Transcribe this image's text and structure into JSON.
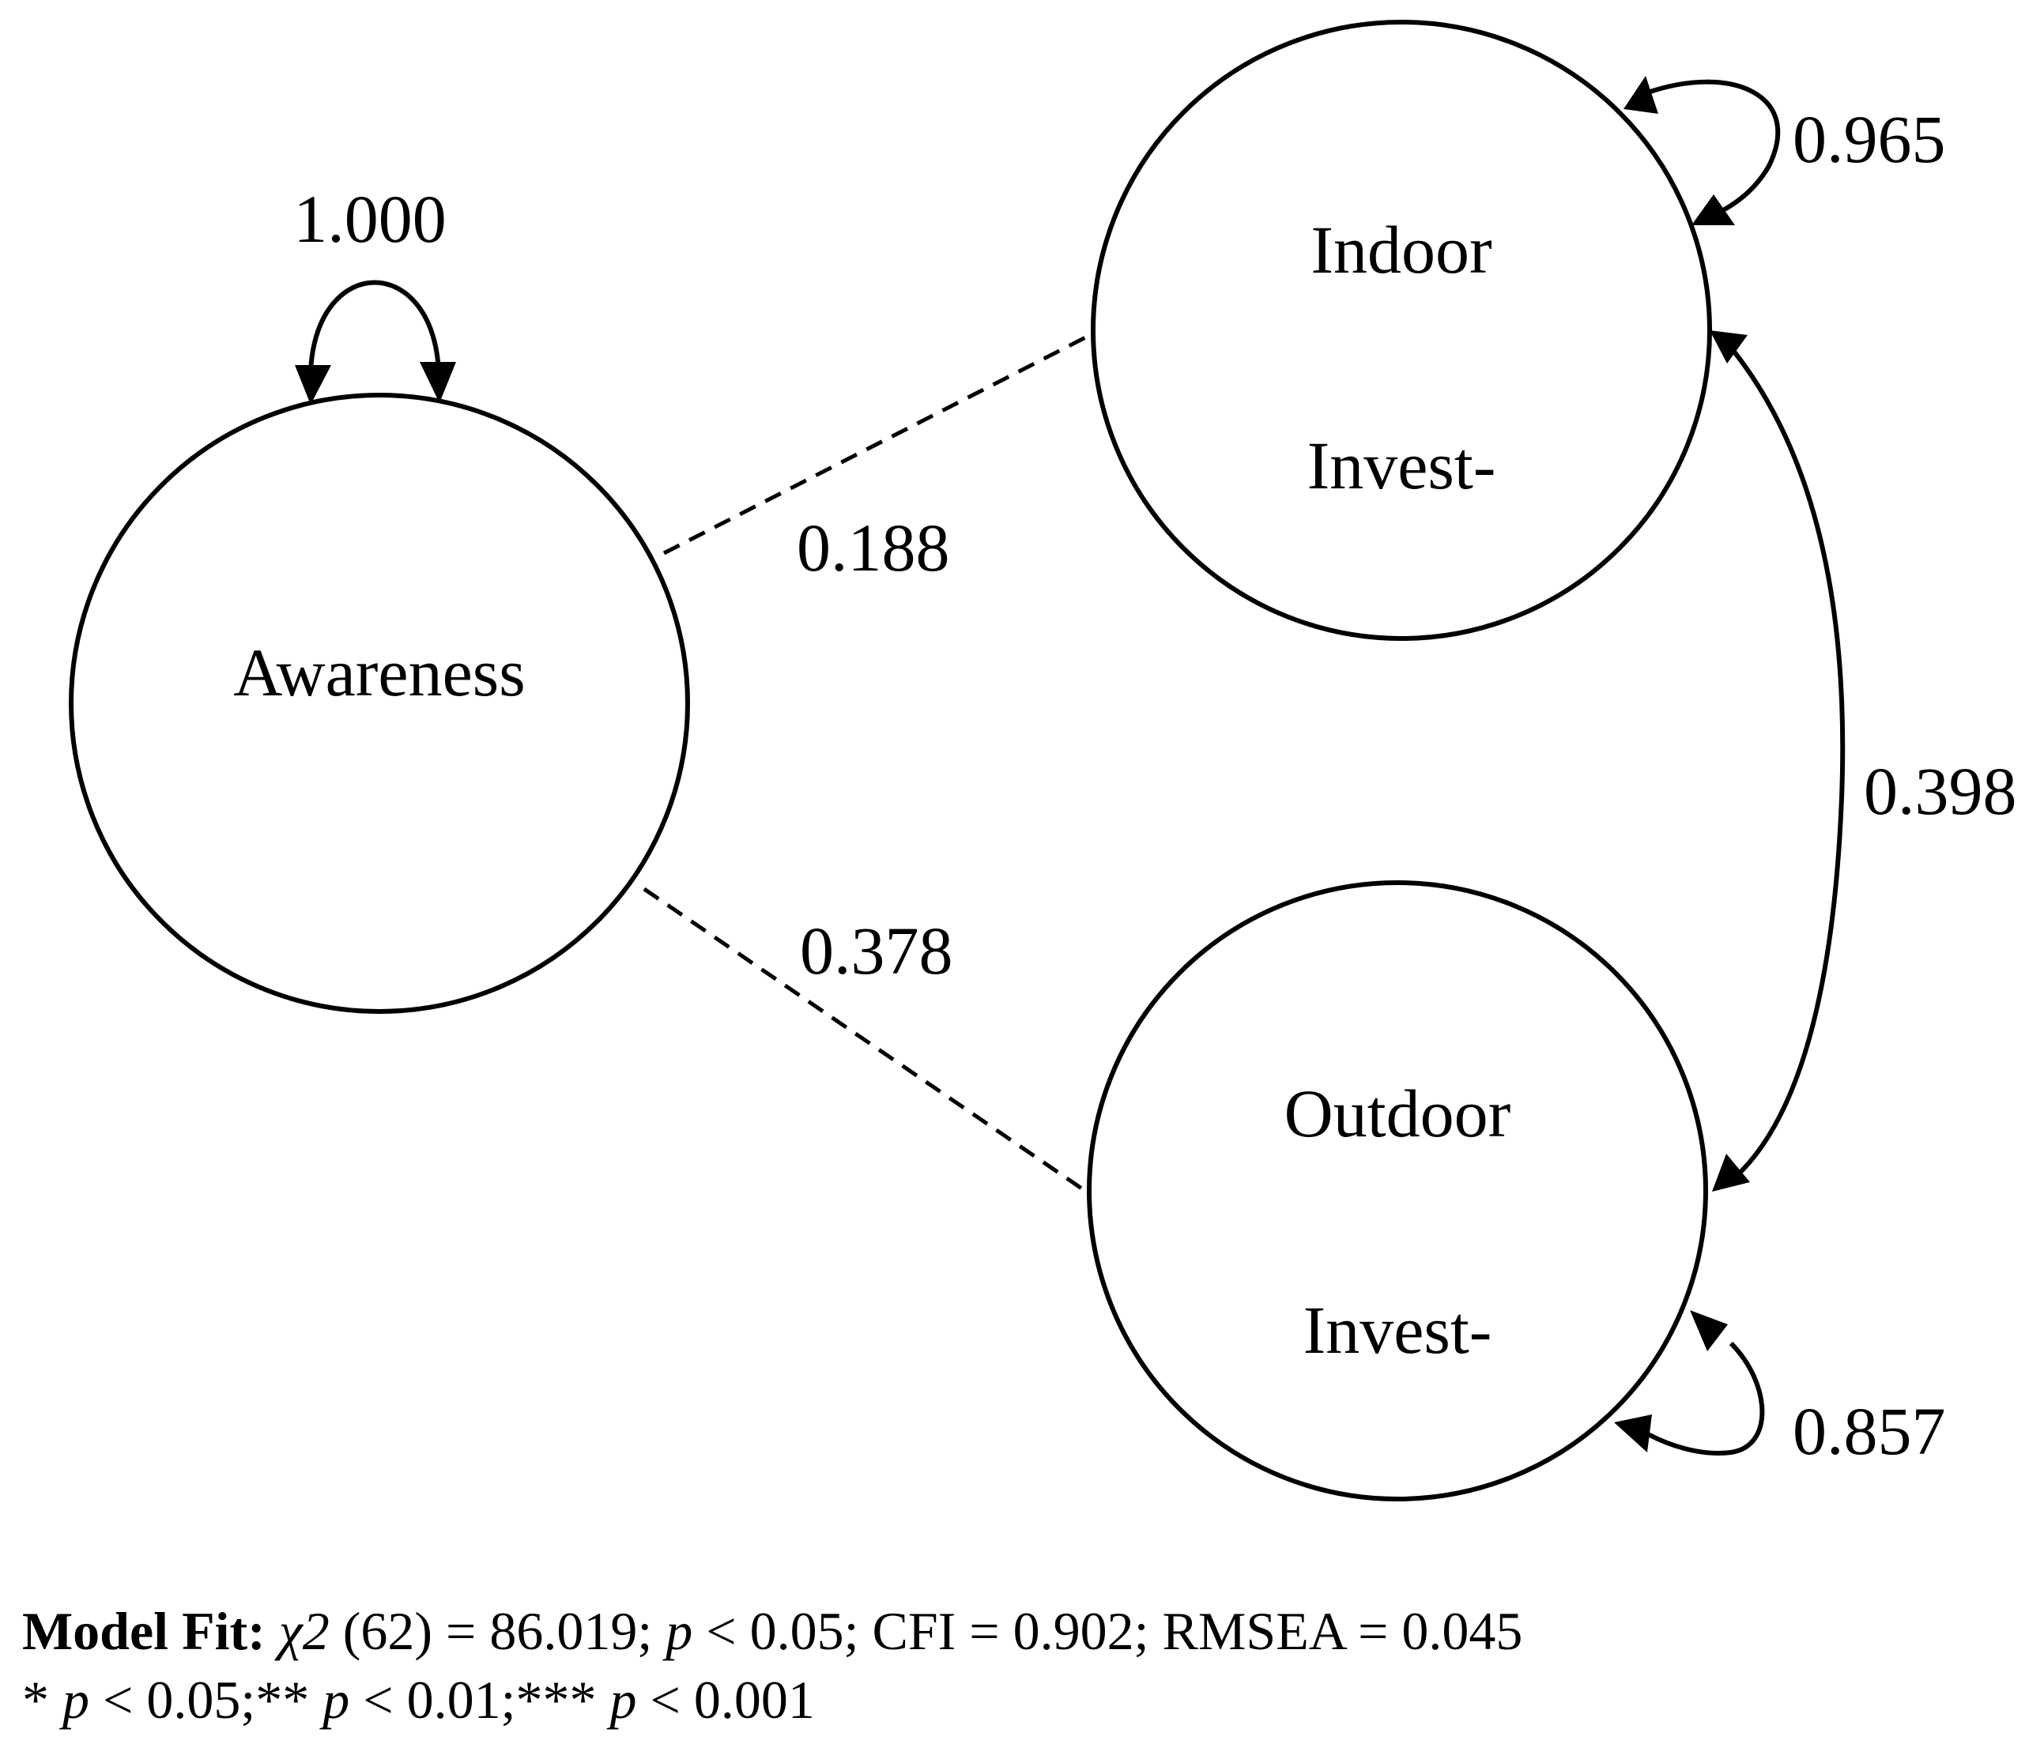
{
  "nodes": {
    "awareness": {
      "label": "Awareness",
      "variance": "1.000"
    },
    "indoor": {
      "line1": "Indoor",
      "line2": "Invest-",
      "variance": "0.965"
    },
    "outdoor": {
      "line1": "Outdoor",
      "line2": "Invest-",
      "variance": "0.857"
    }
  },
  "paths": {
    "awareness_indoor": "0.188",
    "awareness_outdoor": "0.378",
    "indoor_outdoor": "0.398"
  },
  "model_fit": {
    "label": "Model Fit:",
    "chi_symbol": "χ2",
    "chi_rest": " (62) = 86.019; ",
    "p1": "p",
    "p1_rest": " < 0.05; CFI = 0.902; RMSEA = 0.045"
  },
  "significance": {
    "s1_stars": "* ",
    "s1_p": "p",
    "s1_rest": " < 0.05;** ",
    "s2_p": "p",
    "s2_rest": " < 0.01;*** ",
    "s3_p": "p",
    "s3_rest": " < 0.001"
  }
}
